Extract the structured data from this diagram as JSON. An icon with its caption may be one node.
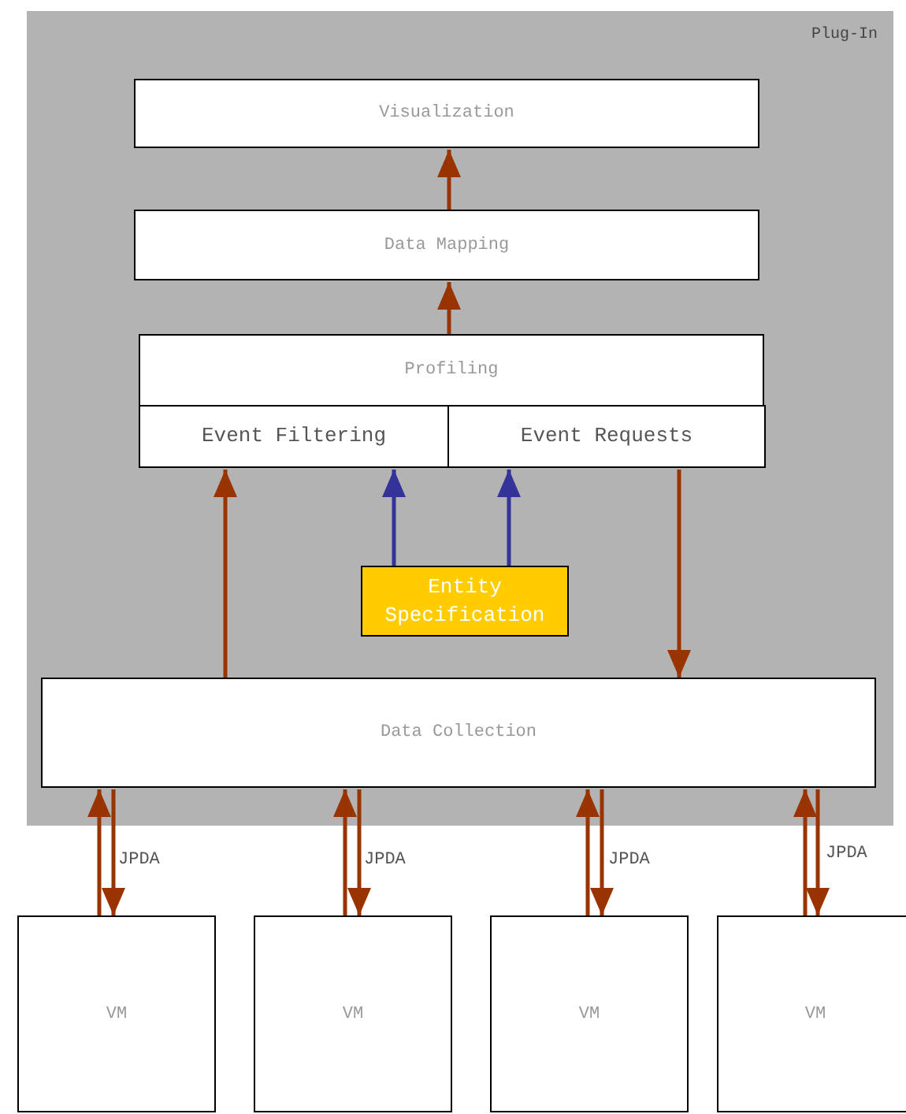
{
  "diagram": {
    "nodes": [
      {
        "text": [
          "Plug-In"
        ]
      },
      {
        "text": [
          "Visualization"
        ],
        "in": 0
      },
      {
        "text": [
          "Data Mapping"
        ],
        "in": 0
      },
      {
        "text": [
          "Profiling"
        ],
        "in": 0
      },
      {
        "text": [
          "Event Filtering"
        ],
        "in": 3
      },
      {
        "text": [
          "Event Requests"
        ],
        "in": 3
      },
      {
        "text": [
          "Entity Specification"
        ],
        "in": 0
      },
      {
        "text": [
          "Data Collection"
        ],
        "in": 0
      },
      {
        "text": [
          "VM"
        ]
      },
      {
        "text": [
          "VM"
        ]
      },
      {
        "text": [
          "VM"
        ]
      },
      {
        "text": [
          "VM"
        ]
      }
    ],
    "edges": [
      {
        "from": 2,
        "to": 1,
        "arrow": "to"
      },
      {
        "from": 3,
        "to": 2,
        "arrow": "to"
      },
      {
        "from": 7,
        "to": 4,
        "arrow": "to"
      },
      {
        "from": 6,
        "to": 4,
        "arrow": "to",
        "color": "#333399"
      },
      {
        "from": 6,
        "to": 5,
        "arrow": "to",
        "color": "#333399"
      },
      {
        "from": 5,
        "to": 7,
        "arrow": "to"
      },
      {
        "from": 8,
        "to": 7,
        "arrow": "to"
      },
      {
        "from": 7,
        "to": 8,
        "arrow": "to",
        "label": "JPDA"
      },
      {
        "from": 9,
        "to": 7,
        "arrow": "to"
      },
      {
        "from": 7,
        "to": 9,
        "arrow": "to",
        "label": "JPDA"
      },
      {
        "from": 10,
        "to": 7,
        "arrow": "to"
      },
      {
        "from": 7,
        "to": 10,
        "arrow": "to",
        "label": "JPDA"
      },
      {
        "from": 11,
        "to": 7,
        "arrow": "to"
      },
      {
        "from": 7,
        "to": 11,
        "arrow": "to",
        "label": "JPDA"
      }
    ]
  }
}
